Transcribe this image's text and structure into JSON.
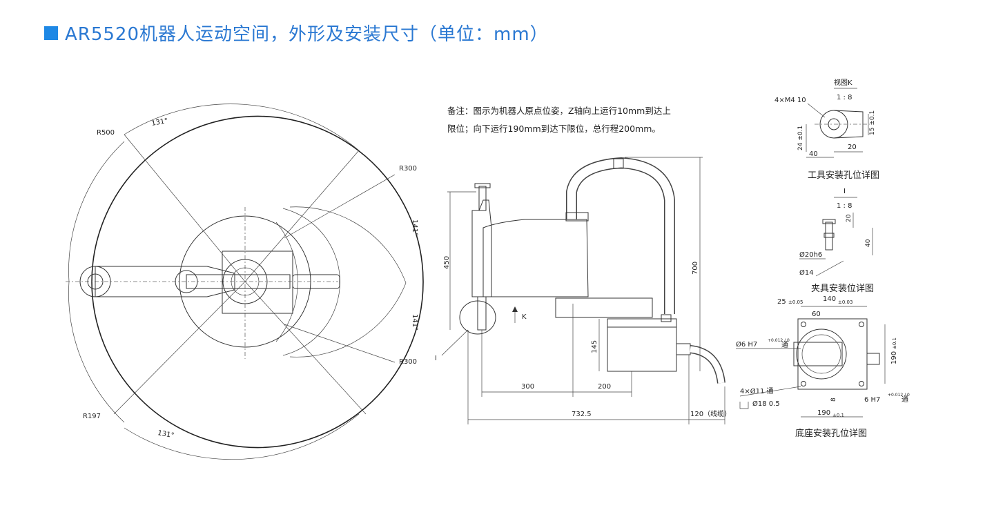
{
  "header": {
    "title": "AR5520机器人运动空间，外形及安装尺寸（单位：mm）",
    "accent_color": "#2a78d2",
    "marker_color": "#1e88e5"
  },
  "note": {
    "line1": "备注：图示为机器人原点位姿，Z轴向上运行10mm到达上",
    "line2": "限位；向下运行190mm到达下限位，总行程200mm。"
  },
  "workspace": {
    "r500": "R500",
    "r300_top": "R300",
    "r300_bottom": "R300",
    "r197": "R197",
    "angle_top": "131°",
    "angle_bottom": "131°",
    "angle_right_top": "141°",
    "angle_right_bottom": "141°"
  },
  "side_view": {
    "dim_450": "450",
    "dim_700": "700",
    "dim_145": "145",
    "dim_300": "300",
    "dim_200": "200",
    "dim_7325": "732.5",
    "dim_120": "120（线缆）",
    "label_k": "K",
    "label_i": "I"
  },
  "view_k": {
    "title": "视图K",
    "scale": "1 : 8",
    "hole": "4×M4 10",
    "dim_24": "24 ±0.1",
    "dim_15": "15 ±0.1",
    "dim_40": "40",
    "dim_20": "20",
    "caption": "工具安装孔位详图"
  },
  "view_i": {
    "title": "I",
    "scale": "1 : 8",
    "dim_20": "20",
    "dim_40": "40",
    "shaft": "Ø20h6",
    "hole": "Ø14",
    "caption": "夹具安装位详图"
  },
  "base_view": {
    "dim_25": "25",
    "tol_25": "±0.05",
    "dim_140": "140",
    "tol_140": "±0.03",
    "angle_60": "60",
    "hole_left": "Ø6 H7",
    "hole_left_tol": "+0.012 / 0",
    "hole_left_suffix": "通",
    "dim_190_v": "190",
    "tol_190_v": "±0.1",
    "holes_4": "4×Ø11 通",
    "counterbore": "Ø18 0.5",
    "dim_8": "8",
    "hole_right": "6 H7",
    "hole_right_tol": "+0.012 / 0",
    "hole_right_suffix": "通",
    "dim_190_h": "190",
    "tol_190_h": "±0.1",
    "caption": "底座安装孔位详图"
  }
}
